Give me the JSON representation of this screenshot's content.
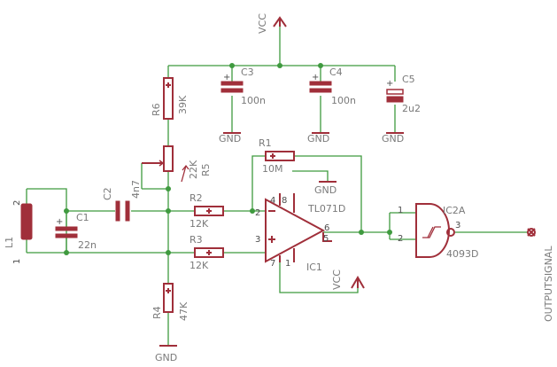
{
  "labels": {
    "vcc_top": "VCC",
    "vcc_opamp": "VCC",
    "gnd_c3": "GND",
    "gnd_c4": "GND",
    "gnd_c5": "GND",
    "gnd_pin8": "GND",
    "gnd_bottom": "GND",
    "c3_name": "C3",
    "c3_value": "100n",
    "c4_name": "C4",
    "c4_value": "100n",
    "c5_name": "C5",
    "c5_value": "2u2",
    "r6_name": "R6",
    "r6_value": "39K",
    "r5_name": "R5",
    "r5_value": "22K",
    "r1_name": "R1",
    "r1_value": "10M",
    "r2_name": "R2",
    "r2_value": "12K",
    "r3_name": "R3",
    "r3_value": "12K",
    "r4_name": "R4",
    "r4_value": "47K",
    "c1_name": "C1",
    "c1_value": "22n",
    "c2_name": "C2",
    "c2_value": "4n7",
    "l1_name": "L1",
    "ic1_name": "IC1",
    "ic1_part": "TL071D",
    "ic2_name": "IC2A",
    "ic2_part": "4093D",
    "output": "OUTPUTSIGNAL"
  },
  "pins": {
    "l1_top": "2",
    "l1_bottom": "1",
    "op_in_inv": "2",
    "op_in_noninv": "3",
    "op_out": "6",
    "op_pin4": "4",
    "op_pin8": "8",
    "op_pin5": "5",
    "op_pin7": "7",
    "op_pin1": "1",
    "gate_in1": "1",
    "gate_in2": "2",
    "gate_out": "3"
  },
  "colors": {
    "wire": "#3f9a3f",
    "component": "#a02f3a",
    "label": "#7a7a7a"
  }
}
